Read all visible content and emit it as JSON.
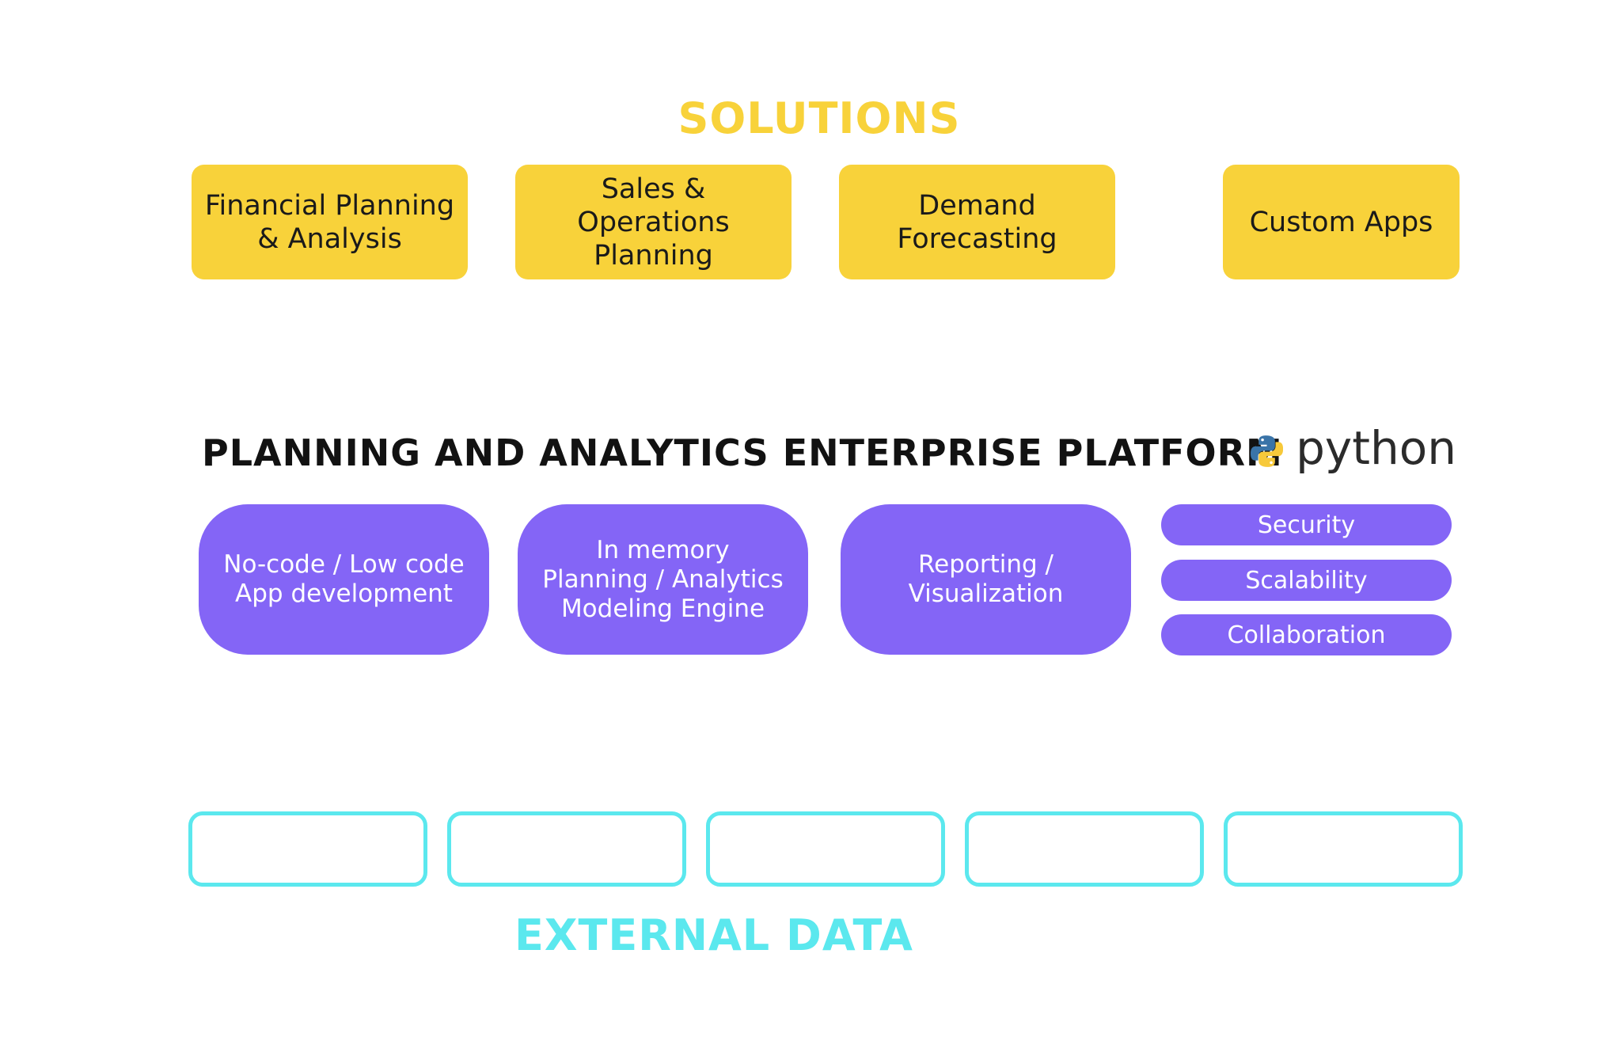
{
  "sections": {
    "solutions_title": "SOLUTIONS",
    "platform_title": "PLANNING AND ANALYTICS ENTERPRISE PLATFORM",
    "external_title": "EXTERNAL DATA"
  },
  "solutions": [
    "Financial Planning\n& Analysis",
    "Sales & Operations\nPlanning",
    "Demand\nForecasting",
    "Custom Apps"
  ],
  "platform": {
    "components": [
      "No-code / Low code\nApp development",
      "In memory\nPlanning / Analytics\nModeling Engine",
      "Reporting /\nVisualization"
    ],
    "features": [
      "Security",
      "Scalability",
      "Collaboration"
    ],
    "python_logo_text": "python",
    "python_logo_icon": "python-snake-icon"
  },
  "external_data_boxes": [
    "",
    "",
    "",
    "",
    ""
  ],
  "colors": {
    "solutions_accent": "#f8d23a",
    "platform_accent": "#8465f6",
    "external_accent": "#5be8ee",
    "python_blue": "#3a74a8",
    "python_yellow": "#f7c93a"
  }
}
